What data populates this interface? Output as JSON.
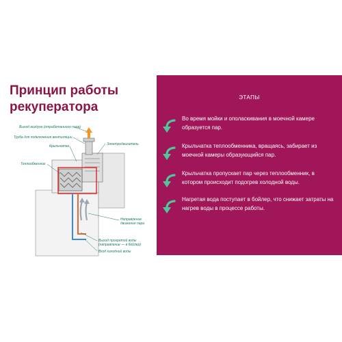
{
  "title": {
    "line1": "Принцип работы",
    "line2": "рекуператора"
  },
  "diagram": {
    "labels": {
      "exhaust_outlet": "Выход воздуха (отработанного пара)",
      "ventilation_pipe": "Труба для подключения вентиляции",
      "impeller": "Крыльчатка",
      "motor": "Электродвигатель",
      "heat_exchanger": "Теплообменник",
      "steam_direction_1": "Направление",
      "steam_direction_2": "движения пара",
      "hot_water_1": "Выход прогретой воды",
      "hot_water_2": "(направление — в бойлер)",
      "cold_water": "Вход холодной воды"
    }
  },
  "panel": {
    "heading": "ЭТАПЫ",
    "steps": [
      {
        "text": "Во время мойки и ополаскивания в моечной камере образуется пар."
      },
      {
        "text": "Крыльчатка теплообменника, вращаясь, забирает из моечной камеры образующийся пар."
      },
      {
        "text": "Крыльчатка пропускает пар через теплообменник, в котором происходит подогрев холодной воды."
      },
      {
        "text": "Нагретая вода поступает в бойлер, что снижает затраты на нагрев воды в процессе работы."
      }
    ]
  },
  "colors": {
    "brand": "#a01659",
    "title": "#8b1545",
    "callout": "#1d7a55",
    "arrow": "#4fc79a",
    "highlight": "#e02424"
  }
}
